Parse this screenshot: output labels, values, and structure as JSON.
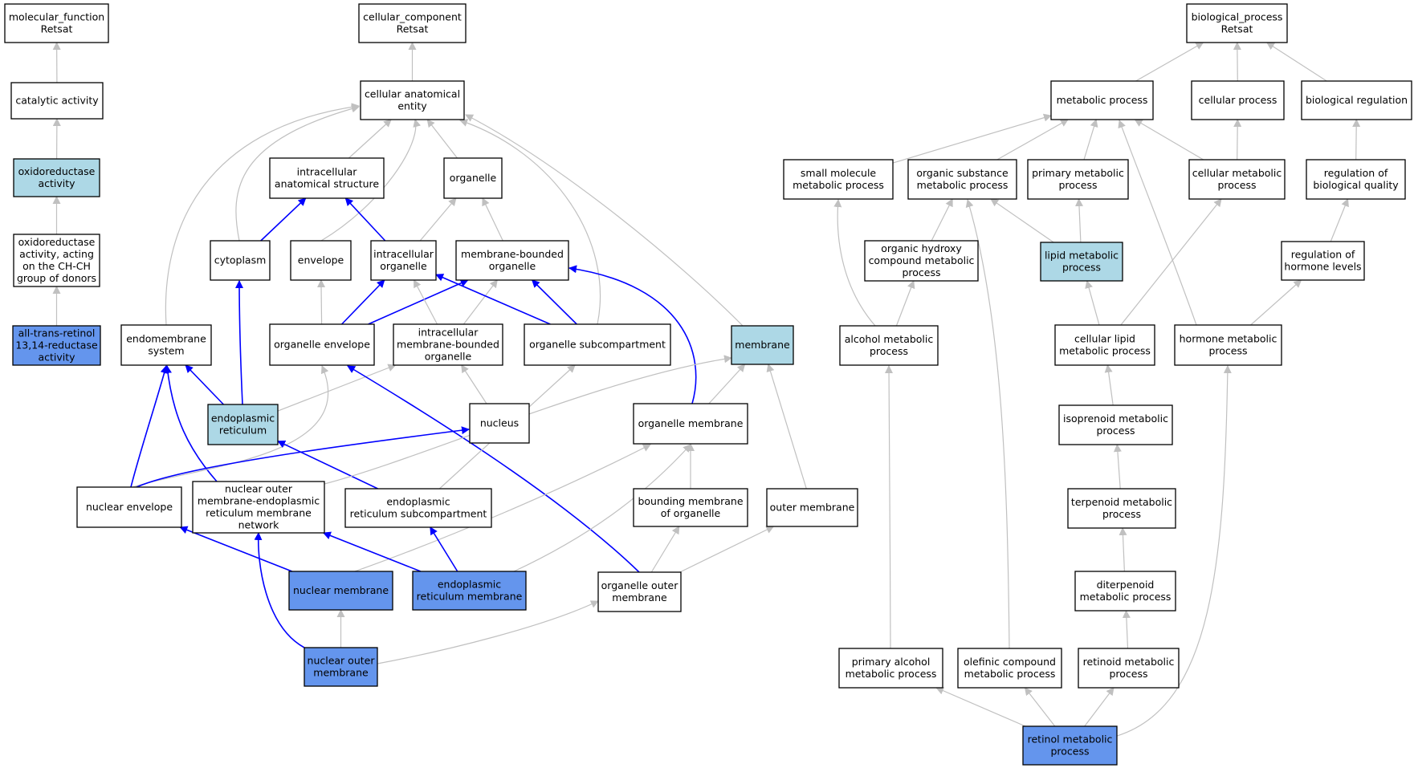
{
  "colors": {
    "plain": "#ffffff",
    "light": "#add8e6",
    "dark": "#6495ed",
    "edge_gray": "#c0c0c0",
    "edge_blue": "#0000ff"
  },
  "nodes": [
    {
      "id": "mf_root",
      "lines": [
        "molecular_function",
        "Retsat"
      ],
      "fill": "plain"
    },
    {
      "id": "catalytic",
      "lines": [
        "catalytic activity"
      ],
      "fill": "plain"
    },
    {
      "id": "oxidoreductase",
      "lines": [
        "oxidoreductase",
        "activity"
      ],
      "fill": "light"
    },
    {
      "id": "oxido_chch",
      "lines": [
        "oxidoreductase",
        "activity, acting",
        "on the CH-CH",
        "group of donors"
      ],
      "fill": "plain"
    },
    {
      "id": "retinol_reductase",
      "lines": [
        "all-trans-retinol",
        "13,14-reductase",
        "activity"
      ],
      "fill": "dark"
    },
    {
      "id": "cc_root",
      "lines": [
        "cellular_component",
        "Retsat"
      ],
      "fill": "plain"
    },
    {
      "id": "cae",
      "lines": [
        "cellular anatomical",
        "entity"
      ],
      "fill": "plain"
    },
    {
      "id": "ias",
      "lines": [
        "intracellular",
        "anatomical structure"
      ],
      "fill": "plain"
    },
    {
      "id": "organelle",
      "lines": [
        "organelle"
      ],
      "fill": "plain"
    },
    {
      "id": "cytoplasm",
      "lines": [
        "cytoplasm"
      ],
      "fill": "plain"
    },
    {
      "id": "envelope",
      "lines": [
        "envelope"
      ],
      "fill": "plain"
    },
    {
      "id": "io",
      "lines": [
        "intracellular",
        "organelle"
      ],
      "fill": "plain"
    },
    {
      "id": "mbo",
      "lines": [
        "membrane-bounded",
        "organelle"
      ],
      "fill": "plain"
    },
    {
      "id": "endomembrane",
      "lines": [
        "endomembrane",
        "system"
      ],
      "fill": "plain"
    },
    {
      "id": "oe",
      "lines": [
        "organelle envelope"
      ],
      "fill": "plain"
    },
    {
      "id": "imbo",
      "lines": [
        "intracellular",
        "membrane-bounded",
        "organelle"
      ],
      "fill": "plain"
    },
    {
      "id": "osc",
      "lines": [
        "organelle subcompartment"
      ],
      "fill": "plain"
    },
    {
      "id": "membrane",
      "lines": [
        "membrane"
      ],
      "fill": "light"
    },
    {
      "id": "er",
      "lines": [
        "endoplasmic",
        "reticulum"
      ],
      "fill": "light"
    },
    {
      "id": "nucleus",
      "lines": [
        "nucleus"
      ],
      "fill": "plain"
    },
    {
      "id": "om",
      "lines": [
        "organelle membrane"
      ],
      "fill": "plain"
    },
    {
      "id": "ne",
      "lines": [
        "nuclear envelope"
      ],
      "fill": "plain"
    },
    {
      "id": "nomer",
      "lines": [
        "nuclear outer",
        "membrane-endoplasmic",
        "reticulum membrane",
        "network"
      ],
      "fill": "plain"
    },
    {
      "id": "ersc",
      "lines": [
        "endoplasmic",
        "reticulum subcompartment"
      ],
      "fill": "plain"
    },
    {
      "id": "bmo",
      "lines": [
        "bounding membrane",
        "of organelle"
      ],
      "fill": "plain"
    },
    {
      "id": "outer_membrane",
      "lines": [
        "outer membrane"
      ],
      "fill": "plain"
    },
    {
      "id": "nm",
      "lines": [
        "nuclear membrane"
      ],
      "fill": "dark"
    },
    {
      "id": "erm",
      "lines": [
        "endoplasmic",
        "reticulum membrane"
      ],
      "fill": "dark"
    },
    {
      "id": "oom",
      "lines": [
        "organelle outer",
        "membrane"
      ],
      "fill": "plain"
    },
    {
      "id": "nom",
      "lines": [
        "nuclear outer",
        "membrane"
      ],
      "fill": "dark"
    },
    {
      "id": "bp_root",
      "lines": [
        "biological_process",
        "Retsat"
      ],
      "fill": "plain"
    },
    {
      "id": "mp",
      "lines": [
        "metabolic process"
      ],
      "fill": "plain"
    },
    {
      "id": "cp",
      "lines": [
        "cellular process"
      ],
      "fill": "plain"
    },
    {
      "id": "br",
      "lines": [
        "biological regulation"
      ],
      "fill": "plain"
    },
    {
      "id": "smmp",
      "lines": [
        "small molecule",
        "metabolic process"
      ],
      "fill": "plain"
    },
    {
      "id": "osmp",
      "lines": [
        "organic substance",
        "metabolic process"
      ],
      "fill": "plain"
    },
    {
      "id": "pmp",
      "lines": [
        "primary metabolic",
        "process"
      ],
      "fill": "plain"
    },
    {
      "id": "cmp",
      "lines": [
        "cellular metabolic",
        "process"
      ],
      "fill": "plain"
    },
    {
      "id": "rbq",
      "lines": [
        "regulation of",
        "biological quality"
      ],
      "fill": "plain"
    },
    {
      "id": "ohcmp",
      "lines": [
        "organic hydroxy",
        "compound metabolic",
        "process"
      ],
      "fill": "plain"
    },
    {
      "id": "lmp",
      "lines": [
        "lipid metabolic",
        "process"
      ],
      "fill": "light"
    },
    {
      "id": "rhl",
      "lines": [
        "regulation of",
        "hormone levels"
      ],
      "fill": "plain"
    },
    {
      "id": "amp",
      "lines": [
        "alcohol metabolic",
        "process"
      ],
      "fill": "plain"
    },
    {
      "id": "clmp",
      "lines": [
        "cellular lipid",
        "metabolic process"
      ],
      "fill": "plain"
    },
    {
      "id": "hmp",
      "lines": [
        "hormone metabolic",
        "process"
      ],
      "fill": "plain"
    },
    {
      "id": "ipmp",
      "lines": [
        "isoprenoid metabolic",
        "process"
      ],
      "fill": "plain"
    },
    {
      "id": "tmp",
      "lines": [
        "terpenoid metabolic",
        "process"
      ],
      "fill": "plain"
    },
    {
      "id": "dmp",
      "lines": [
        "diterpenoid",
        "metabolic process"
      ],
      "fill": "plain"
    },
    {
      "id": "pamp",
      "lines": [
        "primary alcohol",
        "metabolic process"
      ],
      "fill": "plain"
    },
    {
      "id": "ocmp",
      "lines": [
        "olefinic compound",
        "metabolic process"
      ],
      "fill": "plain"
    },
    {
      "id": "rmp",
      "lines": [
        "retinoid metabolic",
        "process"
      ],
      "fill": "plain"
    },
    {
      "id": "retmp",
      "lines": [
        "retinol metabolic",
        "process"
      ],
      "fill": "dark"
    }
  ],
  "edges": [
    {
      "from": "catalytic",
      "to": "mf_root",
      "color": "gray"
    },
    {
      "from": "oxidoreductase",
      "to": "catalytic",
      "color": "gray"
    },
    {
      "from": "oxido_chch",
      "to": "oxidoreductase",
      "color": "gray"
    },
    {
      "from": "retinol_reductase",
      "to": "oxido_chch",
      "color": "gray"
    },
    {
      "from": "cae",
      "to": "cc_root",
      "color": "gray"
    },
    {
      "from": "ias",
      "to": "cae",
      "color": "gray"
    },
    {
      "from": "organelle",
      "to": "cae",
      "color": "gray"
    },
    {
      "from": "cytoplasm",
      "to": "cae",
      "color": "gray"
    },
    {
      "from": "envelope",
      "to": "cae",
      "color": "gray"
    },
    {
      "from": "endomembrane",
      "to": "cae",
      "color": "gray"
    },
    {
      "from": "osc",
      "to": "cae",
      "color": "gray"
    },
    {
      "from": "membrane",
      "to": "cae",
      "color": "gray"
    },
    {
      "from": "cytoplasm",
      "to": "ias",
      "color": "blue"
    },
    {
      "from": "io",
      "to": "ias",
      "color": "blue"
    },
    {
      "from": "io",
      "to": "organelle",
      "color": "gray"
    },
    {
      "from": "mbo",
      "to": "organelle",
      "color": "gray"
    },
    {
      "from": "er",
      "to": "cytoplasm",
      "color": "blue"
    },
    {
      "from": "oe",
      "to": "envelope",
      "color": "gray"
    },
    {
      "from": "oe",
      "to": "io",
      "color": "blue"
    },
    {
      "from": "oe",
      "to": "mbo",
      "color": "blue"
    },
    {
      "from": "imbo",
      "to": "io",
      "color": "gray"
    },
    {
      "from": "imbo",
      "to": "mbo",
      "color": "gray"
    },
    {
      "from": "osc",
      "to": "io",
      "color": "blue"
    },
    {
      "from": "osc",
      "to": "mbo",
      "color": "blue"
    },
    {
      "from": "om",
      "to": "mbo",
      "color": "blue"
    },
    {
      "from": "er",
      "to": "endomembrane",
      "color": "blue"
    },
    {
      "from": "ne",
      "to": "endomembrane",
      "color": "blue"
    },
    {
      "from": "nomer",
      "to": "endomembrane",
      "color": "blue"
    },
    {
      "from": "er",
      "to": "imbo",
      "color": "gray"
    },
    {
      "from": "nucleus",
      "to": "imbo",
      "color": "gray"
    },
    {
      "from": "ne",
      "to": "oe",
      "color": "gray"
    },
    {
      "from": "ne",
      "to": "nucleus",
      "color": "blue"
    },
    {
      "from": "oom",
      "to": "oe",
      "color": "blue"
    },
    {
      "from": "ersc",
      "to": "osc",
      "color": "gray"
    },
    {
      "from": "ersc",
      "to": "er",
      "color": "blue"
    },
    {
      "from": "om",
      "to": "membrane",
      "color": "gray"
    },
    {
      "from": "nomer",
      "to": "membrane",
      "color": "gray"
    },
    {
      "from": "outer_membrane",
      "to": "membrane",
      "color": "gray"
    },
    {
      "from": "bmo",
      "to": "om",
      "color": "gray"
    },
    {
      "from": "nm",
      "to": "om",
      "color": "gray"
    },
    {
      "from": "erm",
      "to": "om",
      "color": "gray"
    },
    {
      "from": "nm",
      "to": "ne",
      "color": "blue"
    },
    {
      "from": "erm",
      "to": "nomer",
      "color": "blue"
    },
    {
      "from": "erm",
      "to": "ersc",
      "color": "blue"
    },
    {
      "from": "nom",
      "to": "nomer",
      "color": "blue"
    },
    {
      "from": "nom",
      "to": "nm",
      "color": "gray"
    },
    {
      "from": "nom",
      "to": "oom",
      "color": "gray"
    },
    {
      "from": "oom",
      "to": "bmo",
      "color": "gray"
    },
    {
      "from": "oom",
      "to": "outer_membrane",
      "color": "gray"
    },
    {
      "from": "mp",
      "to": "bp_root",
      "color": "gray"
    },
    {
      "from": "cp",
      "to": "bp_root",
      "color": "gray"
    },
    {
      "from": "br",
      "to": "bp_root",
      "color": "gray"
    },
    {
      "from": "smmp",
      "to": "mp",
      "color": "gray"
    },
    {
      "from": "osmp",
      "to": "mp",
      "color": "gray"
    },
    {
      "from": "pmp",
      "to": "mp",
      "color": "gray"
    },
    {
      "from": "cmp",
      "to": "mp",
      "color": "gray"
    },
    {
      "from": "hmp",
      "to": "mp",
      "color": "gray"
    },
    {
      "from": "cmp",
      "to": "cp",
      "color": "gray"
    },
    {
      "from": "rbq",
      "to": "br",
      "color": "gray"
    },
    {
      "from": "ohcmp",
      "to": "osmp",
      "color": "gray"
    },
    {
      "from": "lmp",
      "to": "osmp",
      "color": "gray"
    },
    {
      "from": "lmp",
      "to": "pmp",
      "color": "gray"
    },
    {
      "from": "clmp",
      "to": "cmp",
      "color": "gray"
    },
    {
      "from": "rhl",
      "to": "rbq",
      "color": "gray"
    },
    {
      "from": "amp",
      "to": "smmp",
      "color": "gray"
    },
    {
      "from": "amp",
      "to": "ohcmp",
      "color": "gray"
    },
    {
      "from": "clmp",
      "to": "lmp",
      "color": "gray"
    },
    {
      "from": "hmp",
      "to": "rhl",
      "color": "gray"
    },
    {
      "from": "ipmp",
      "to": "clmp",
      "color": "gray"
    },
    {
      "from": "tmp",
      "to": "ipmp",
      "color": "gray"
    },
    {
      "from": "dmp",
      "to": "tmp",
      "color": "gray"
    },
    {
      "from": "rmp",
      "to": "dmp",
      "color": "gray"
    },
    {
      "from": "pamp",
      "to": "amp",
      "color": "gray"
    },
    {
      "from": "ocmp",
      "to": "osmp",
      "color": "gray"
    },
    {
      "from": "retmp",
      "to": "pamp",
      "color": "gray"
    },
    {
      "from": "retmp",
      "to": "ocmp",
      "color": "gray"
    },
    {
      "from": "retmp",
      "to": "rmp",
      "color": "gray"
    },
    {
      "from": "retmp",
      "to": "hmp",
      "color": "gray"
    }
  ]
}
